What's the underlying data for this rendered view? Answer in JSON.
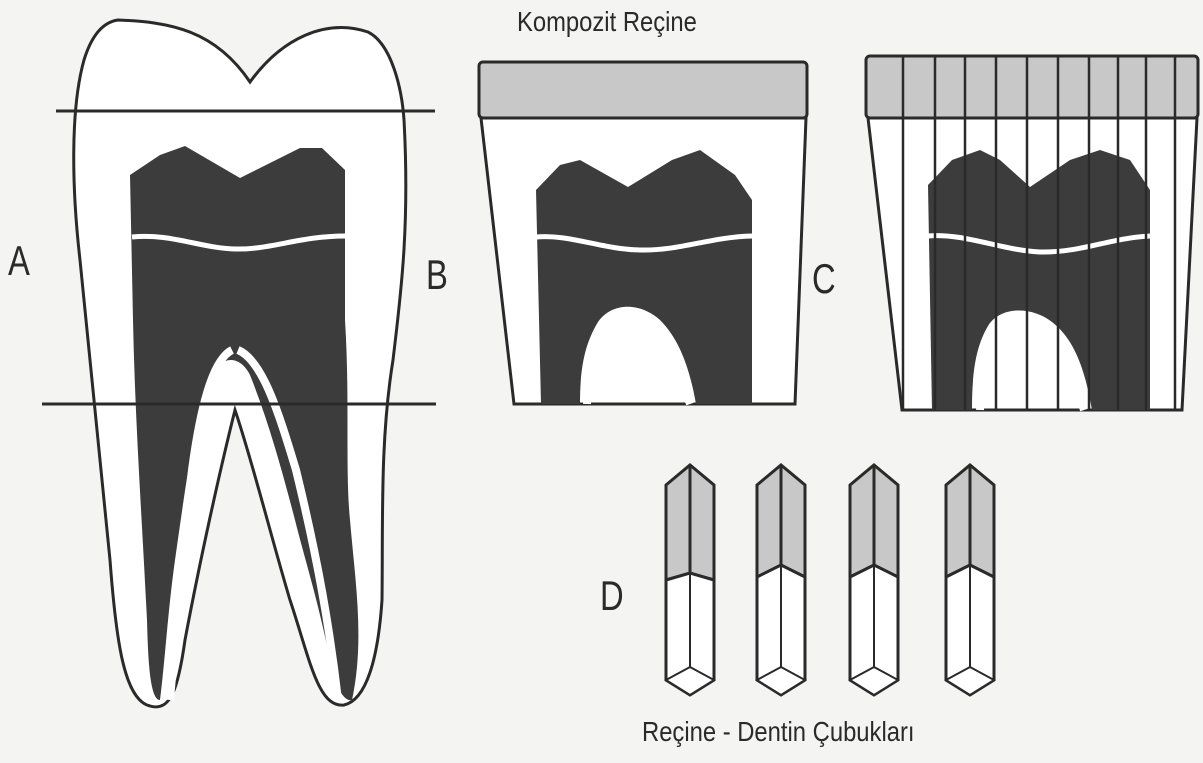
{
  "title": "Kompozit Reçine",
  "caption": "Reçine - Dentin Çubukları",
  "panels": {
    "a": "A",
    "b": "B",
    "c": "C",
    "d": "D"
  },
  "colors": {
    "background": "#f4f4f2",
    "outline": "#2a2a2a",
    "dentin": "#3c3c3c",
    "composite_resin": "#c8c8c8",
    "white": "#ffffff"
  }
}
